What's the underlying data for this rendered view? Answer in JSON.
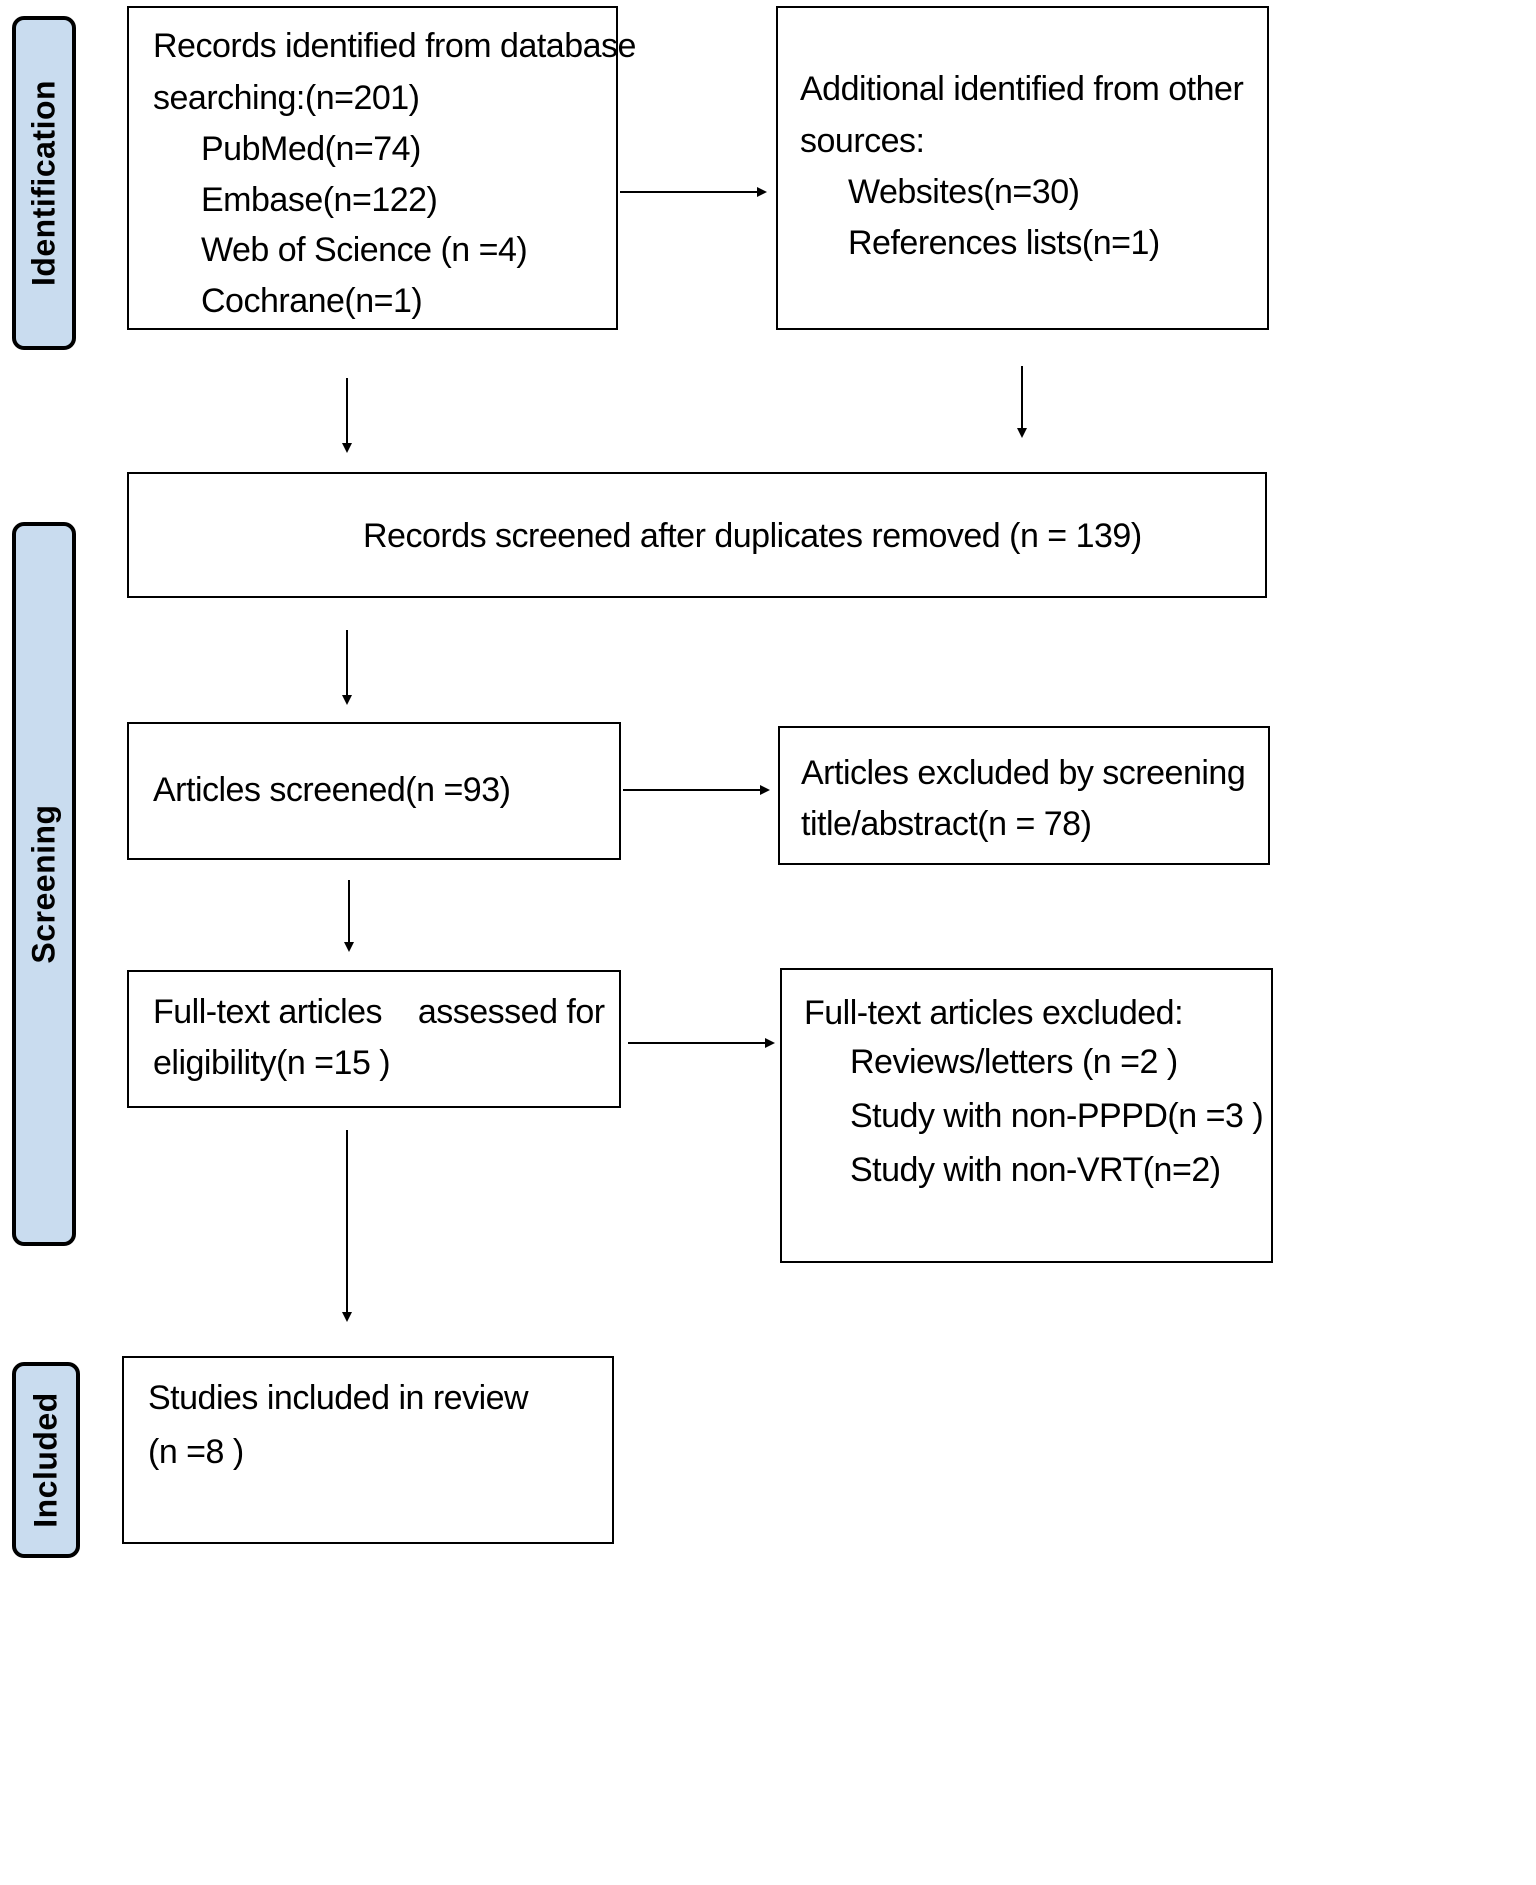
{
  "stages": {
    "identification": "Identification",
    "screening": "Screening",
    "included": "Included"
  },
  "boxes": {
    "database": {
      "line1": "Records identified from database",
      "line2": "searching:(n=201)",
      "items": [
        "PubMed(n=74)",
        "Embase(n=122)",
        "Web of Science (n =4)",
        "Cochrane(n=1)"
      ]
    },
    "other_sources": {
      "line1": "Additional identified from other",
      "line2": "sources:",
      "items": [
        "Websites(n=30)",
        "References lists(n=1)"
      ]
    },
    "deduplicated": {
      "text": "Records screened after duplicates removed (n =  139)"
    },
    "screened": {
      "text": "Articles screened(n =93)"
    },
    "excluded_title": {
      "line1": "Articles excluded by screening",
      "line2": "title/abstract(n = 78)"
    },
    "full_text": {
      "line1": "Full-text articles    assessed for",
      "line2": "eligibility(n =15 )"
    },
    "full_text_excluded": {
      "line1": "Full-text articles excluded:",
      "items": [
        "Reviews/letters (n =2 )",
        "Study with non-PPPD(n =3 )",
        "Study with non-VRT(n=2)"
      ]
    },
    "included": {
      "line1": "Studies included in review",
      "line2": "(n =8 )"
    }
  }
}
